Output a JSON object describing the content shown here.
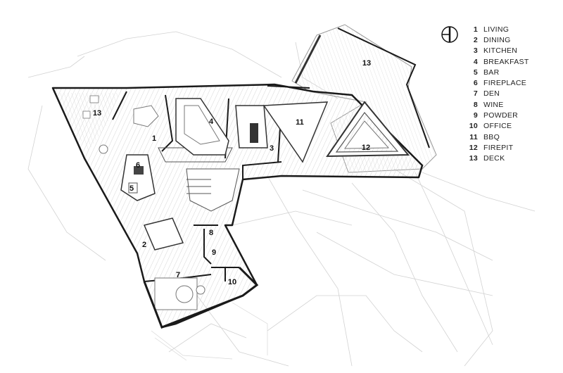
{
  "legend": [
    {
      "num": "1",
      "label": "LIVING"
    },
    {
      "num": "2",
      "label": "DINING"
    },
    {
      "num": "3",
      "label": "KITCHEN"
    },
    {
      "num": "4",
      "label": "BREAKFAST"
    },
    {
      "num": "5",
      "label": "BAR"
    },
    {
      "num": "6",
      "label": "FIREPLACE"
    },
    {
      "num": "7",
      "label": "DEN"
    },
    {
      "num": "8",
      "label": "WINE"
    },
    {
      "num": "9",
      "label": "POWDER"
    },
    {
      "num": "10",
      "label": "OFFICE"
    },
    {
      "num": "11",
      "label": "BBQ"
    },
    {
      "num": "12",
      "label": "FIREPIT"
    },
    {
      "num": "13",
      "label": "DECK"
    }
  ],
  "rooms": {
    "r1": "1",
    "r2": "2",
    "r3": "3",
    "r4": "4",
    "r5": "5",
    "r6": "6",
    "r7": "7",
    "r8": "8",
    "r9": "9",
    "r10": "10",
    "r11": "11",
    "r12": "12",
    "r13a": "13",
    "r13b": "13"
  },
  "colors": {
    "wall": "#1a1a1a",
    "line": "#9a9a9a",
    "faint": "#c8c8c8",
    "fill": "#ececec"
  }
}
